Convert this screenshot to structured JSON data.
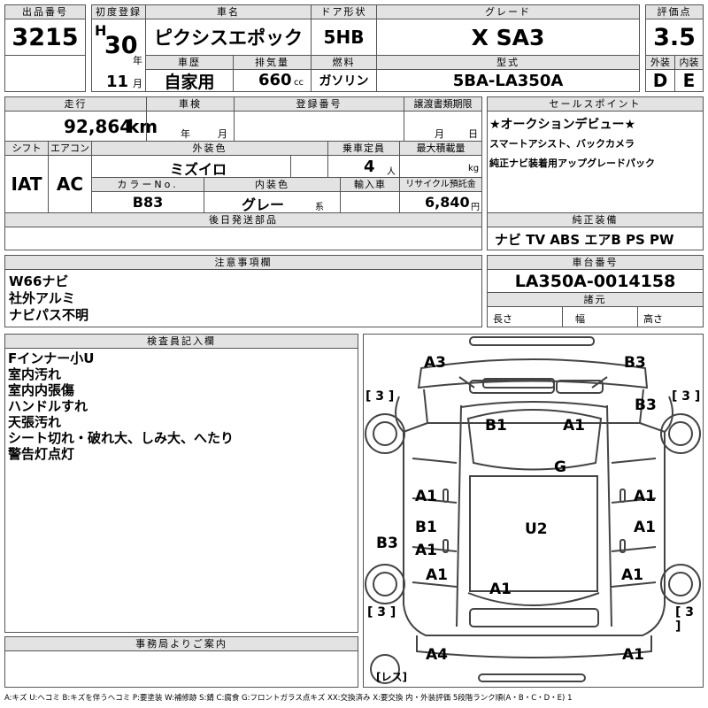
{
  "headers": {
    "lot_no": "出品番号",
    "first_reg": "初度登録",
    "car_name": "車名",
    "door": "ドア形状",
    "grade": "グレード",
    "score": "評価点",
    "history": "車歴",
    "displacement": "排気量",
    "fuel": "燃料",
    "model_code": "型式",
    "exterior": "外装",
    "interior": "内装",
    "mileage": "走行",
    "inspection": "車検",
    "reg_no": "登録番号",
    "transfer_doc": "譲渡書類期限",
    "sales_point": "セールスポイント",
    "shift": "シフト",
    "aircon": "エアコン",
    "ext_color": "外装色",
    "capacity": "乗車定員",
    "max_load": "最大積載量",
    "color_no": "カラーNo.",
    "int_color": "内装色",
    "import": "輸入車",
    "recycle": "リサイクル預託金",
    "later_parts": "後日発送部品",
    "genuine": "純正装備",
    "notes": "注意事項欄",
    "chassis": "車台番号",
    "specs": "諸元",
    "inspector": "検査員記入欄",
    "office": "事務局よりご案内"
  },
  "vehicle": {
    "lot_no": "3215",
    "era": "H",
    "year": "30",
    "year_unit": "年",
    "month": "11",
    "month_unit": "月",
    "car_name": "ピクシスエポック",
    "door": "5HB",
    "grade": "X SA3",
    "score": "3.5",
    "history": "自家用",
    "displacement": "660",
    "displacement_unit": "cc",
    "fuel": "ガソリン",
    "model_code": "5BA-LA350A",
    "exterior": "D",
    "interior": "E",
    "mileage": "92,864",
    "mileage_unit": "km",
    "insp_year": "年",
    "insp_month": "月",
    "doc_month": "月",
    "doc_day": "日",
    "shift": "IAT",
    "aircon": "AC",
    "ext_color": "ミズイロ",
    "capacity": "4",
    "capacity_unit": "人",
    "load_unit": "kg",
    "color_no": "B83",
    "int_color": "グレー",
    "int_color_suffix": "系",
    "recycle": "6,840",
    "recycle_unit": "円",
    "genuine": "ナビ TV ABS エアB PS PW",
    "chassis": "LA350A-0014158",
    "spec_length": "長さ",
    "spec_width": "幅",
    "spec_height": "高さ"
  },
  "sales_points": [
    "★オークションデビュー★",
    "スマートアシスト、バックカメラ",
    "純正ナビ装着用アップグレードパック"
  ],
  "notes": [
    "W66ナビ",
    "社外アルミ",
    "ナビパス不明"
  ],
  "inspector_notes": [
    "Fインナー小U",
    "室内汚れ",
    "室内内張傷",
    "ハンドルすれ",
    "天張汚れ",
    "シート切れ・破れ大、しみ大、へたり",
    "警告灯点灯"
  ],
  "diagram": {
    "tire_label": "[ 3 ]",
    "spare_label": "[レス]",
    "codes": {
      "fl_bumper": "A3",
      "fr_bumper": "B3",
      "fr_fender": "B3",
      "roof_l": "B1",
      "roof_r": "A1",
      "glass": "G",
      "l_door_f": "A1",
      "r_door_f": "A1",
      "l_door_r1": "B1",
      "l_door_r2": "A1",
      "r_door_r": "A1",
      "l_quarter": "B3",
      "center": "U2",
      "l_rear": "A1",
      "r_rear": "A1",
      "trunk": "A1",
      "rl_bumper": "A4",
      "rr_bumper": "A1"
    }
  },
  "legend": "A:キズ U:ヘコミ B:キズを伴うヘコミ P:要塗装 W:補修跡 S:錆 C:腐食 G:フロントガラス点キズ XX:交換済み X:要交換 内・外装評価 5段階ランク順(A・B・C・D・E) 1"
}
